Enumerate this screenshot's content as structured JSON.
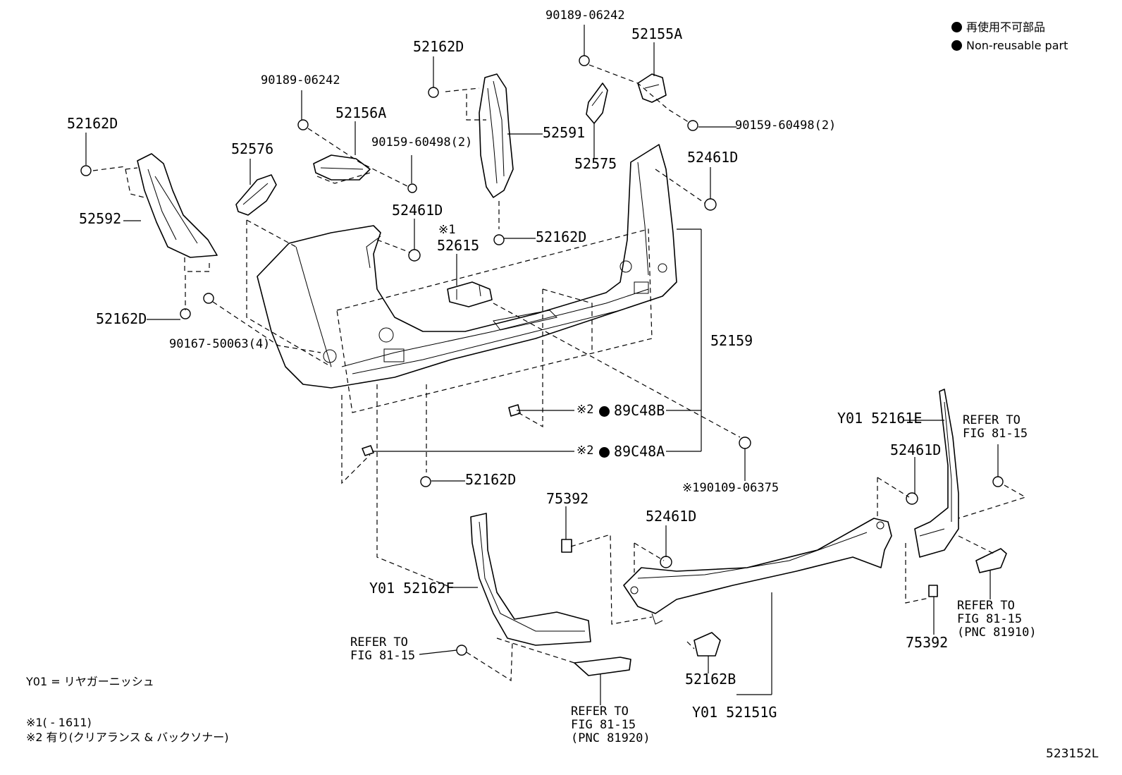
{
  "legend": {
    "line1": "再使用不可部品",
    "line2": "Non-reusable part"
  },
  "labels": {
    "p90189_a": "90189-06242",
    "p90189_b": "90189-06242",
    "p52155A": "52155A",
    "p52162D_a": "52162D",
    "p52162D_b": "52162D",
    "p52162D_c": "52162D",
    "p52162D_d": "52162D",
    "p52162D_e": "52162D",
    "p52156A": "52156A",
    "p90159_a": "90159-60498(2)",
    "p90159_b": "90159-60498(2)",
    "p52591": "52591",
    "p52575": "52575",
    "p52576": "52576",
    "p52461D_a": "52461D",
    "p52461D_b": "52461D",
    "p52461D_c": "52461D",
    "p52461D_d": "52461D",
    "p52592": "52592",
    "p52615_mark": "※1",
    "p52615": "52615",
    "p90167": "90167-50063(4)",
    "p52159": "52159",
    "p89C48B": "89C48B",
    "p89C48A": "89C48A",
    "mark2_a": "※2",
    "mark2_b": "※2",
    "p90109": "※190109-06375",
    "p52161E": "Y01 52161E",
    "p75392_a": "75392",
    "p75392_b": "75392",
    "p52162F": "Y01 52162F",
    "p52162B": "52162B",
    "p52151G": "Y01 52151G",
    "refer_a_1": "REFER TO",
    "refer_a_2": "FIG 81-15",
    "refer_b_1": "REFER TO",
    "refer_b_2": "FIG 81-15",
    "refer_c_1": "REFER TO",
    "refer_c_2": "FIG 81-15",
    "refer_c_3": "(PNC 81910)",
    "refer_d_1": "REFER TO",
    "refer_d_2": "FIG 81-15",
    "refer_d_3": "(PNC 81920)"
  },
  "notes": {
    "y01": "Y01 = リヤガーニッシュ",
    "n1": "※1(     - 1611)",
    "n2": "※2 有り(クリアランス & バックソナー)"
  },
  "figure_code": "523152L"
}
